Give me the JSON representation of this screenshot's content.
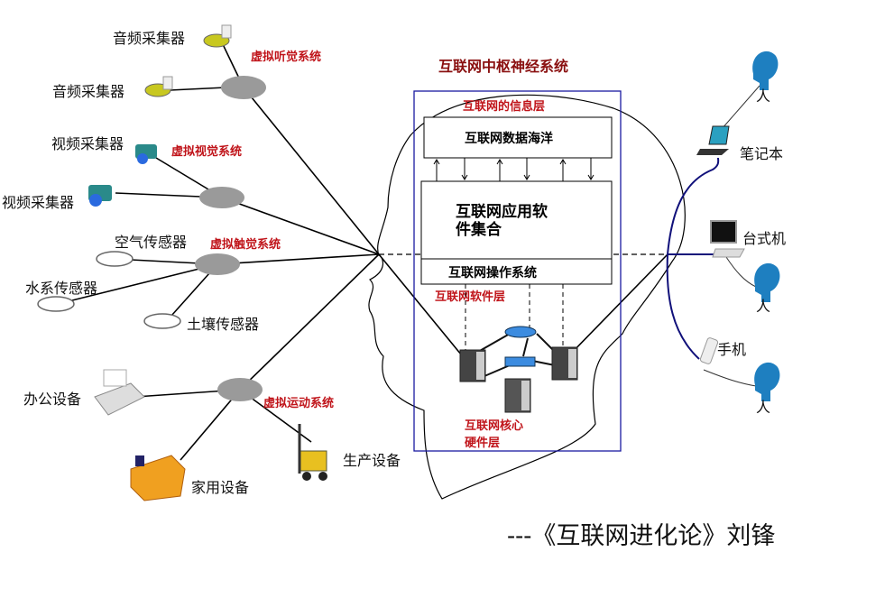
{
  "title": "互联网中枢神经系统",
  "left_systems": {
    "hearing": {
      "label": "虚拟听觉系统",
      "devices": [
        "音频采集器",
        "音频采集器"
      ]
    },
    "vision": {
      "label": "虚拟视觉系统",
      "devices": [
        "视频采集器",
        "视频采集器"
      ]
    },
    "touch": {
      "label": "虚拟触觉系统",
      "devices": [
        "空气传感器",
        "水系传感器",
        "土壤传感器"
      ]
    },
    "motion": {
      "label": "虚拟运动系统",
      "devices": [
        "办公设备",
        "家用设备",
        "生产设备"
      ]
    }
  },
  "center": {
    "info_layer": "互联网的信息层",
    "data_ocean": "互联网数据海洋",
    "app_line1": "互联网应用软",
    "app_line2": "件集合",
    "os": "互联网操作系统",
    "software_layer": "互联网软件层",
    "hardware_line1": "互联网核心",
    "hardware_line2": "硬件层"
  },
  "right": {
    "laptop": "笔记本",
    "desktop": "台式机",
    "phone": "手机",
    "person": "人"
  },
  "caption": "---《互联网进化论》刘锋",
  "colors": {
    "red": "#c0141a",
    "box": "#1a1aa0",
    "person": "#1e7fc0"
  }
}
